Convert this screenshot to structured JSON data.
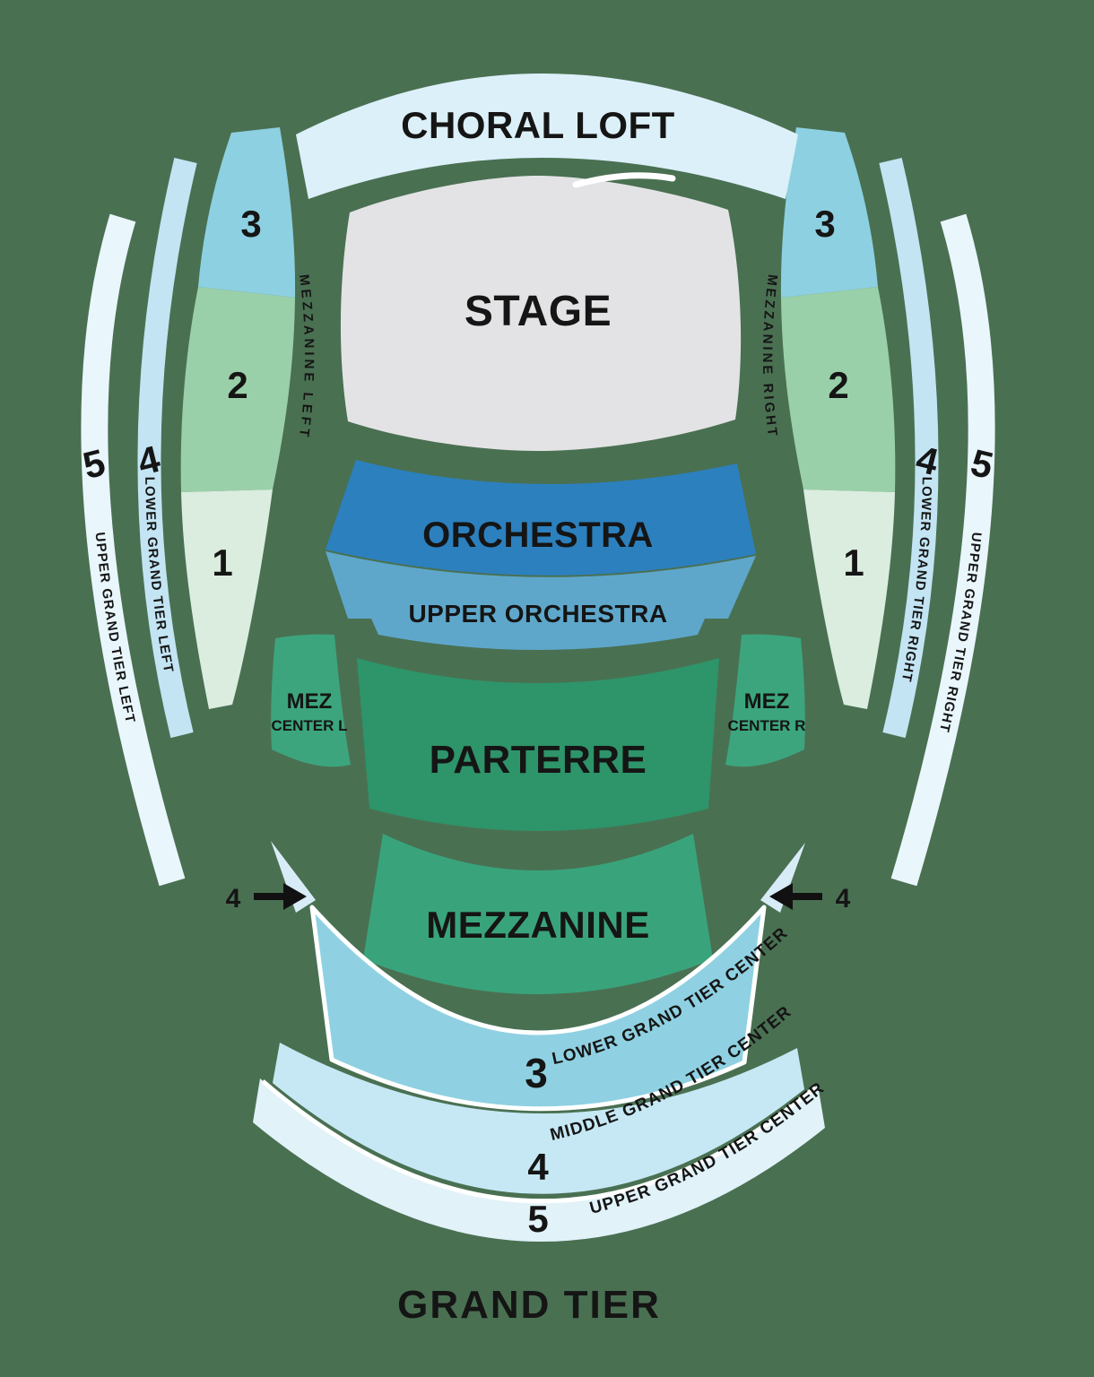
{
  "background_color": "#4A7052",
  "choral_loft": {
    "label": "CHORAL LOFT",
    "color": "#DCF0F9"
  },
  "stage": {
    "label": "STAGE",
    "color": "#E3E3E5"
  },
  "orchestra": {
    "label": "ORCHESTRA",
    "color": "#2C80BE"
  },
  "upper_orchestra": {
    "label": "UPPER ORCHESTRA",
    "color": "#5EA7CB"
  },
  "parterre": {
    "label": "PARTERRE",
    "color": "#2E9469"
  },
  "mezzanine": {
    "label": "MEZZANINE",
    "color": "#39A47B"
  },
  "mez_center_left": {
    "line1": "MEZ",
    "line2": "CENTER L",
    "color": "#3CA57D"
  },
  "mez_center_right": {
    "line1": "MEZ",
    "line2": "CENTER R",
    "color": "#3CA57D"
  },
  "mezzanine_left": {
    "label": "MEZZANINE LEFT",
    "sections": [
      {
        "num": "3",
        "color": "#8DD0E1"
      },
      {
        "num": "2",
        "color": "#9AD0A9"
      },
      {
        "num": "1",
        "color": "#DAEDDF"
      }
    ]
  },
  "mezzanine_right": {
    "label": "MEZZANINE RIGHT",
    "sections": [
      {
        "num": "3",
        "color": "#8DD0E1"
      },
      {
        "num": "2",
        "color": "#9AD0A9"
      },
      {
        "num": "1",
        "color": "#DAEDDF"
      }
    ]
  },
  "grand_tier_left": {
    "upper": {
      "num": "5",
      "label": "UPPER GRAND TIER LEFT",
      "color": "#E9F6FC"
    },
    "lower": {
      "num": "4",
      "label": "LOWER GRAND TIER LEFT",
      "color": "#C3E4F3"
    }
  },
  "grand_tier_right": {
    "upper": {
      "num": "5",
      "label": "UPPER GRAND TIER RIGHT",
      "color": "#E9F6FC"
    },
    "lower": {
      "num": "4",
      "label": "LOWER GRAND TIER RIGHT",
      "color": "#C3E4F3"
    }
  },
  "grand_tier_center": {
    "lower": {
      "num": "3",
      "label": "LOWER GRAND TIER CENTER",
      "color": "#8FD1E2"
    },
    "middle": {
      "num": "4",
      "label": "MIDDLE GRAND TIER CENTER",
      "color": "#C6E8F4"
    },
    "upper": {
      "num": "5",
      "label": "UPPER GRAND TIER CENTER",
      "color": "#E1F2F9"
    }
  },
  "arrows": {
    "left_label": "4",
    "right_label": "4",
    "wedge_color": "#D8ECF7"
  },
  "title": {
    "grand_tier": "GRAND TIER"
  }
}
